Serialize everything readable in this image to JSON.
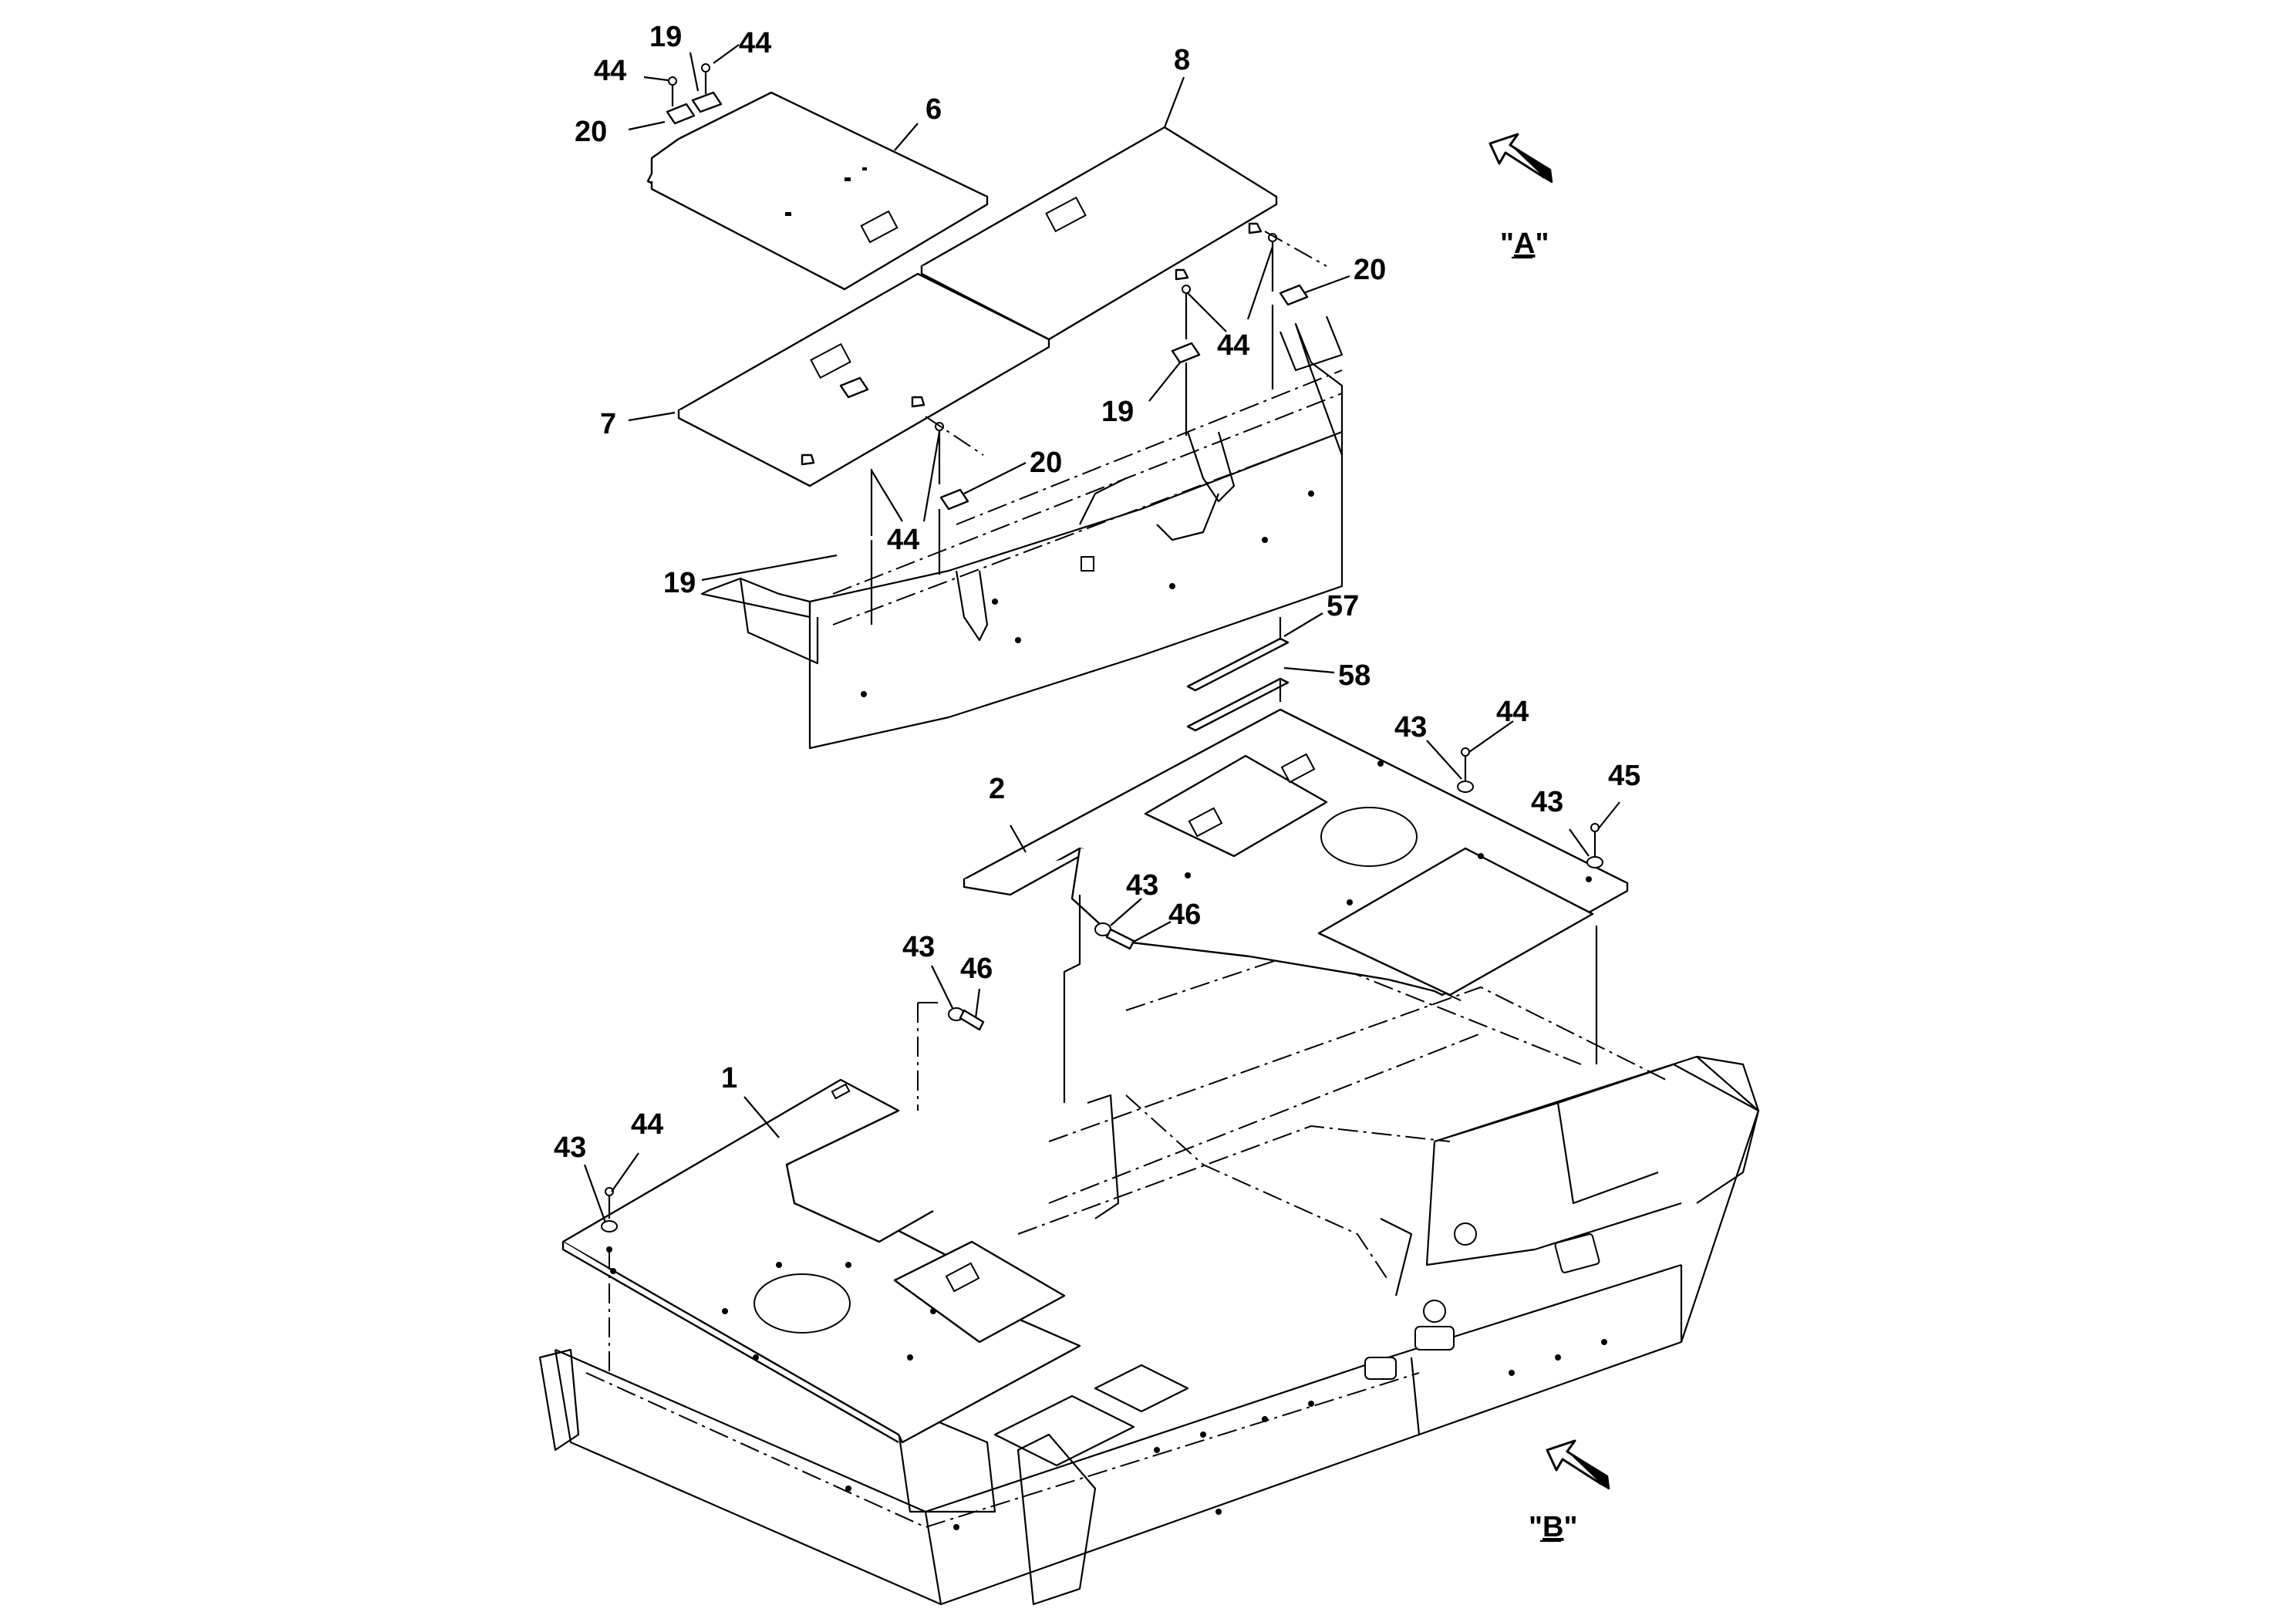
{
  "callouts": {
    "c19a": "19",
    "c44a": "44",
    "c44b": "44",
    "c20a": "20",
    "c6": "6",
    "c8": "8",
    "c20b": "20",
    "c44c": "44",
    "c19b": "19",
    "c7": "7",
    "c20c": "20",
    "c44d": "44",
    "c19c": "19",
    "c57": "57",
    "c58": "58",
    "c43a": "43",
    "c44e": "44",
    "c2": "2",
    "c43b": "43",
    "c45": "45",
    "c43c": "43",
    "c46a": "46",
    "c43d": "43",
    "c46b": "46",
    "c1": "1",
    "c43e": "43",
    "c44f": "44"
  },
  "views": {
    "a": {
      "open": "\"",
      "letter": "A",
      "close": "\""
    },
    "b": {
      "open": "\"",
      "letter": "B",
      "close": "\""
    }
  },
  "icons": [
    "view-arrow-icon"
  ]
}
